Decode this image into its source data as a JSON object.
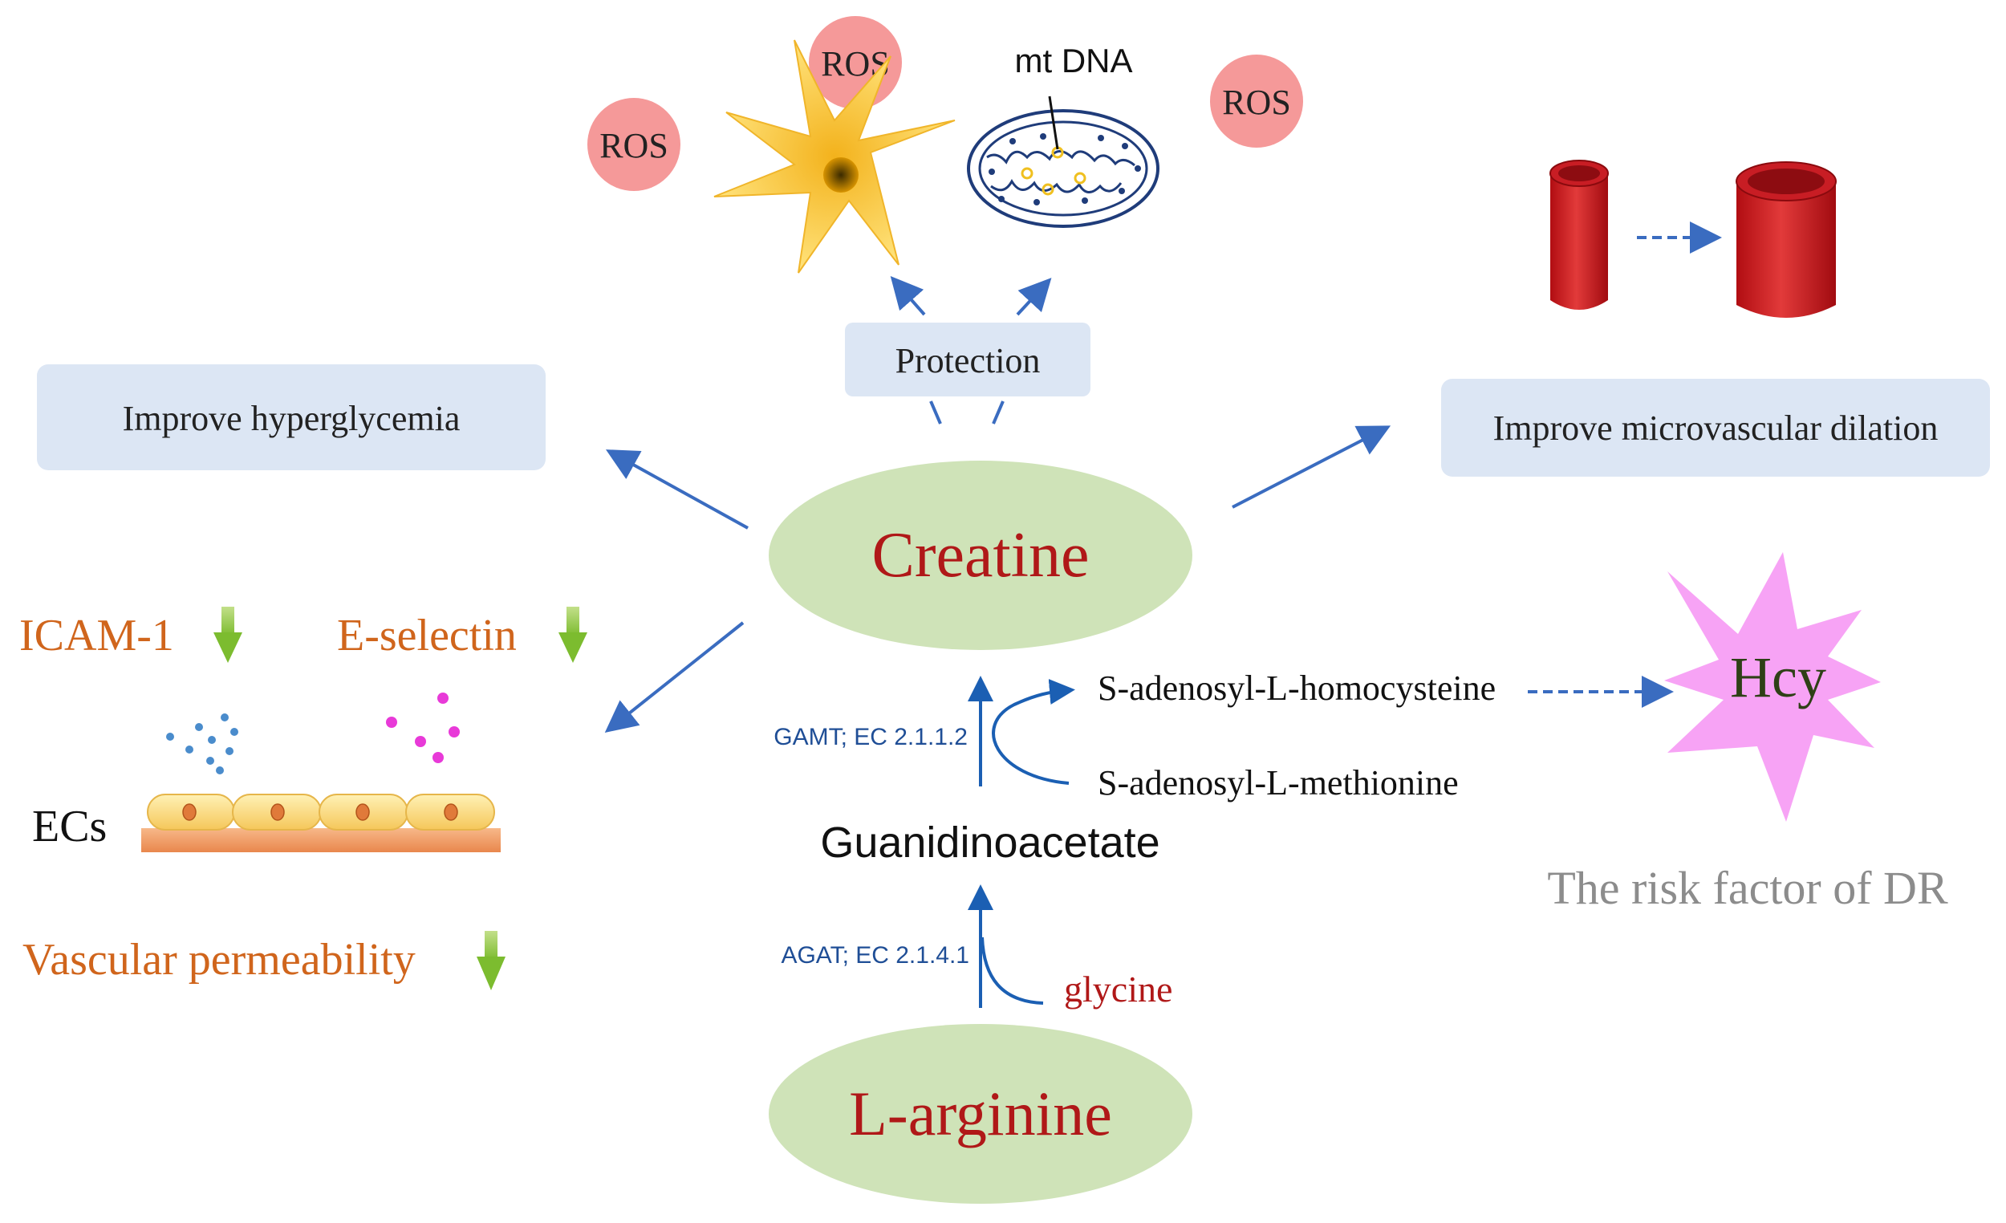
{
  "center": {
    "label": "Creatine",
    "color": "#b01818",
    "fill": "#cfe3b8"
  },
  "source": {
    "label": "L-arginine",
    "color": "#b01818",
    "fill": "#cfe3b8"
  },
  "intermediate": {
    "label": "Guanidinoacetate"
  },
  "enzymes": {
    "gamt": "GAMT; EC 2.1.1.2",
    "agat": "AGAT; EC 2.1.4.1",
    "color": "#1f4e96"
  },
  "cosubstrates": {
    "sah": "S-adenosyl-L-homocysteine",
    "sam": "S-adenosyl-L-methionine",
    "glycine": "glycine",
    "glycine_color": "#b01818"
  },
  "hcy": {
    "label": "Hcy",
    "fill": "#f7a3f5",
    "caption": "The risk factor of DR",
    "caption_color": "#8c8c8c"
  },
  "boxes": {
    "protection": "Protection",
    "hyperglycemia": "Improve hyperglycemia",
    "dilation": "Improve microvascular dilation",
    "fill": "#dce6f4"
  },
  "ros": {
    "label": "ROS",
    "fill": "#f59999",
    "count": 3
  },
  "mitochondria": {
    "label": "mt DNA"
  },
  "endothelium": {
    "ecs_label": "ECs",
    "icam": "ICAM-1",
    "eselectin": "E-selectin",
    "permeability": "Vascular permeability",
    "marker_color": "#d0651c",
    "down_arrow_color": "#8cc63f"
  },
  "arrow_color": "#3a6cc0"
}
